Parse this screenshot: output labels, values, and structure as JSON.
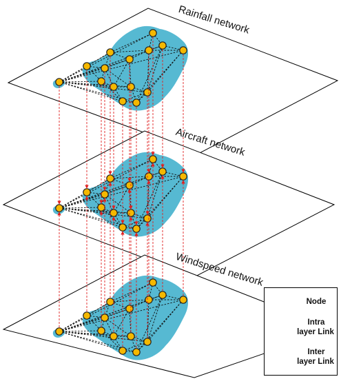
{
  "layers": [
    {
      "id": "rainfall",
      "title": "Rainfall network"
    },
    {
      "id": "aircraft",
      "title": "Aircraft network"
    },
    {
      "id": "windspeed",
      "title": "Windspeed network"
    }
  ],
  "legend": {
    "node_label": "Node",
    "intra_label_line1": "Intra",
    "intra_label_line2": "layer Link",
    "inter_label_line1": "Inter",
    "inter_label_line2": "layer Link"
  },
  "colors": {
    "node_fill": "#f5b800",
    "node_stroke": "#222222",
    "island": "#56b9d2",
    "intra_link": "#000000",
    "inter_link": "#e02020"
  }
}
